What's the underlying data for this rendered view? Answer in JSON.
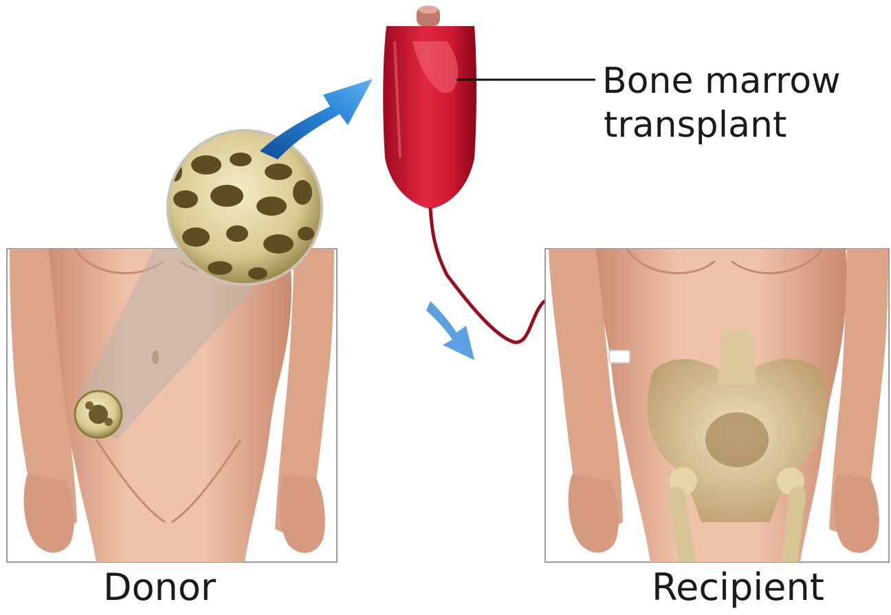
{
  "labels": {
    "bone_marrow_line1": "Bone marrow",
    "bone_marrow_line2": "transplant",
    "donor": "Donor",
    "recipient": "Recipient"
  },
  "colors": {
    "skin": "#e9b79e",
    "skin_shadow": "#c98a6e",
    "bag_red": "#c8102e",
    "bag_highlight": "#ee5a6c",
    "arrow_blue": "#1f6fc4",
    "bone": "#e8dcae",
    "marrow_dark": "#6b5a2a",
    "panel_border": "#9a9a9a",
    "tube_red": "#9a0f1e"
  }
}
